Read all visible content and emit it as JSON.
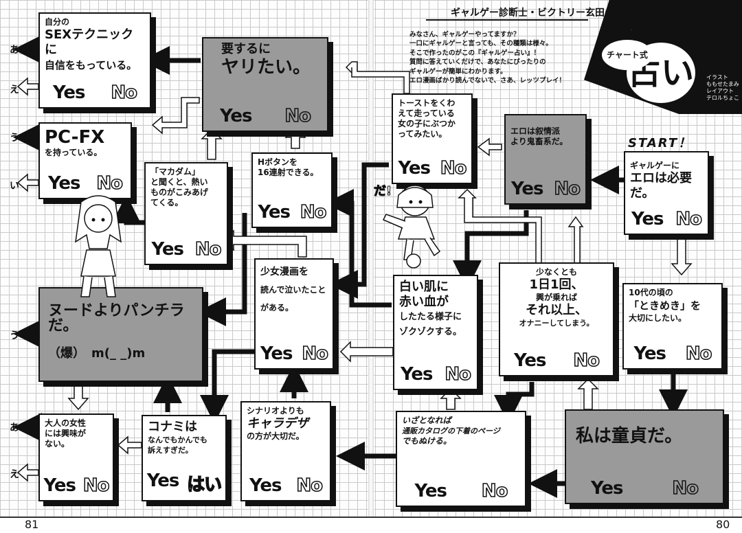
{
  "header": {
    "series_title": "ギャルゲー診断士・ビクトリー玄田の",
    "logo_title": "ギャルゲー",
    "logo_chart": "チャート式",
    "logo_uranai": "占い",
    "credits": [
      "イラスト",
      "ももせたまみ",
      "レイアウト",
      "テロルちょこ"
    ],
    "intro": [
      "みなさん、ギャルゲーやってますか？",
      "一口にギャルゲーと言っても、その種類は様々。",
      "そこで作ったのがこの『ギャルゲー占い』！",
      "質問に答えていくだけで、あなたにぴったりの",
      "ギャルゲーが簡単にわかります。",
      "エロ漫画ばかり読んでないで、さあ、レッツプレイ！"
    ]
  },
  "start_label": "START！",
  "yes": "Yes",
  "no": "No",
  "hai": "はい",
  "questions": {
    "sex_technique": {
      "l1": "自分の",
      "l2": "SEXテクニックに",
      "l3": "自信をもっている。"
    },
    "yaritai": {
      "l1": "要するに",
      "l2": "ヤリたい。"
    },
    "pcfx": {
      "l1": "PC-FX",
      "l2": "を持っている。"
    },
    "makadamu": {
      "l1": "「マカダム」",
      "l2": "と聞くと、熱い",
      "l3": "ものがこみあげ",
      "l4": "てくる。"
    },
    "hbutton": {
      "l1": "Hボタンを",
      "l2": "16連射できる。"
    },
    "toast": {
      "l1": "トーストをくわ",
      "l2": "えて走っている",
      "l3": "女の子にぶつか",
      "l4": "ってみたい。"
    },
    "ero_jojo": {
      "l1": "エロは叙情派",
      "l2": "より鬼畜系だ。"
    },
    "start_q": {
      "l1": "ギャルゲーに",
      "l2": "エロは必要だ。"
    },
    "nude": {
      "l1": "ヌードよりパンチラだ。",
      "l2": "（爆）　m(_ _)m"
    },
    "shoujo": {
      "l1": "少女漫画を",
      "l2": "読んで泣いたこと",
      "l3": "がある。"
    },
    "shiroi": {
      "l1": "白い肌に",
      "l2": "赤い血が",
      "l3": "したたる様子に",
      "l4": "ゾクゾクする。"
    },
    "ichinichi": {
      "l1": "少なくとも",
      "l2": "1日1回、",
      "l3": "興が乗れば",
      "l4": "それ以上、",
      "l5": "オナニーしてしまう。"
    },
    "tokimeki": {
      "l1": "10代の頃の",
      "l2": "「ときめき」を",
      "l3": "大切にしたい。"
    },
    "otona": {
      "l1": "大人の女性",
      "l2": "には興味が",
      "l3": "ない。"
    },
    "konami": {
      "l1": "コナミは",
      "l2": "なんでもかんでも",
      "l3": "訴えすぎだ。"
    },
    "charadeza": {
      "l1": "シナリオよりも",
      "l2": "キャラデザ",
      "l3": "の方が大切だ。"
    },
    "tsuhan": {
      "l1": "いざとなれば",
      "l2": "通販カタログの下着のページ",
      "l3": "でもぬける。"
    },
    "doutei": {
      "l1": "私は童貞だ。"
    }
  },
  "side_labels": {
    "a": "あ",
    "e": "え",
    "u": "う",
    "i": "い"
  },
  "page_numbers": {
    "left": "81",
    "right": "80"
  }
}
